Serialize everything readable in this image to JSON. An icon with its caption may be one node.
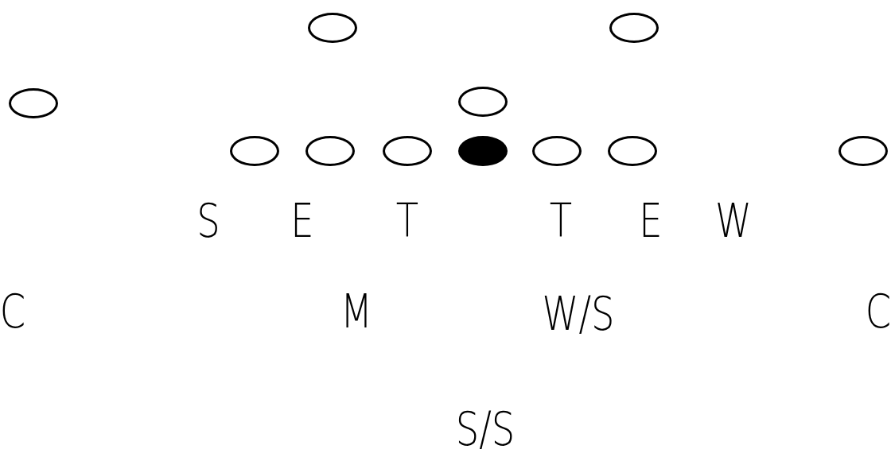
{
  "diagram": {
    "nodes": [
      {
        "text": [],
        "shape": "ellipse"
      },
      {
        "text": [],
        "shape": "ellipse"
      },
      {
        "text": [],
        "shape": "ellipse"
      },
      {
        "text": [],
        "shape": "ellipse"
      },
      {
        "text": [],
        "shape": "ellipse"
      },
      {
        "text": [],
        "shape": "ellipse"
      },
      {
        "text": [],
        "shape": "ellipse"
      },
      {
        "text": [],
        "shape": "dot"
      },
      {
        "text": [],
        "shape": "ellipse"
      },
      {
        "text": [],
        "shape": "ellipse"
      },
      {
        "text": [],
        "shape": "ellipse"
      }
    ],
    "labels": [
      "S",
      "E",
      "T",
      "T",
      "E",
      "W",
      "C",
      "M",
      "W/S",
      "C",
      "S/S"
    ]
  }
}
